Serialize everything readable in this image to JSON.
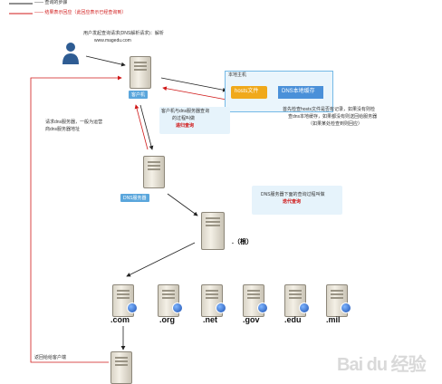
{
  "legend": {
    "line1": "—— 查询的步骤",
    "line2": "—— 结果表示回应（此回应表示已经查询到）"
  },
  "user": {
    "caption_line1": "用户发起查询请求(DNS解析请求)：解析",
    "caption_line2": "www.magedu.com"
  },
  "local_host": {
    "panel_title": "本地主机",
    "hosts_label": "hosts文件",
    "cache_label": "DNS本地缓存"
  },
  "local_dns_tag": "客户机",
  "dns_server_tag": "DNS服务器",
  "notes": {
    "recursive_line1": "客户机与dns服务器查询",
    "recursive_line2": "的过程叫做",
    "recursive_emph": "递归查询",
    "hosts_line1": "首先检查hosts文件是否有记录，如果没有则检",
    "hosts_line2": "查dns本地缓存，如果都没有则送回给服务器",
    "hosts_line3": "（如果某处检查到则回应）",
    "ask_dns_line1": "请求dns服务器，一般为运营",
    "ask_dns_line2": "商dns服务器地址",
    "iterative_line1": "DNS服务器下面的查询过程叫做",
    "iterative_emph": "迭代查询",
    "return_client": "返回给给客户端"
  },
  "root_label": ".（根）",
  "tlds": [
    ".com",
    ".org",
    ".net",
    ".gov",
    ".edu",
    ".mil"
  ],
  "watermark": "Bai du 经验",
  "colors": {
    "arrow_black": "#222222",
    "arrow_red": "#d01818",
    "accent_blue": "#1a5fb4"
  }
}
